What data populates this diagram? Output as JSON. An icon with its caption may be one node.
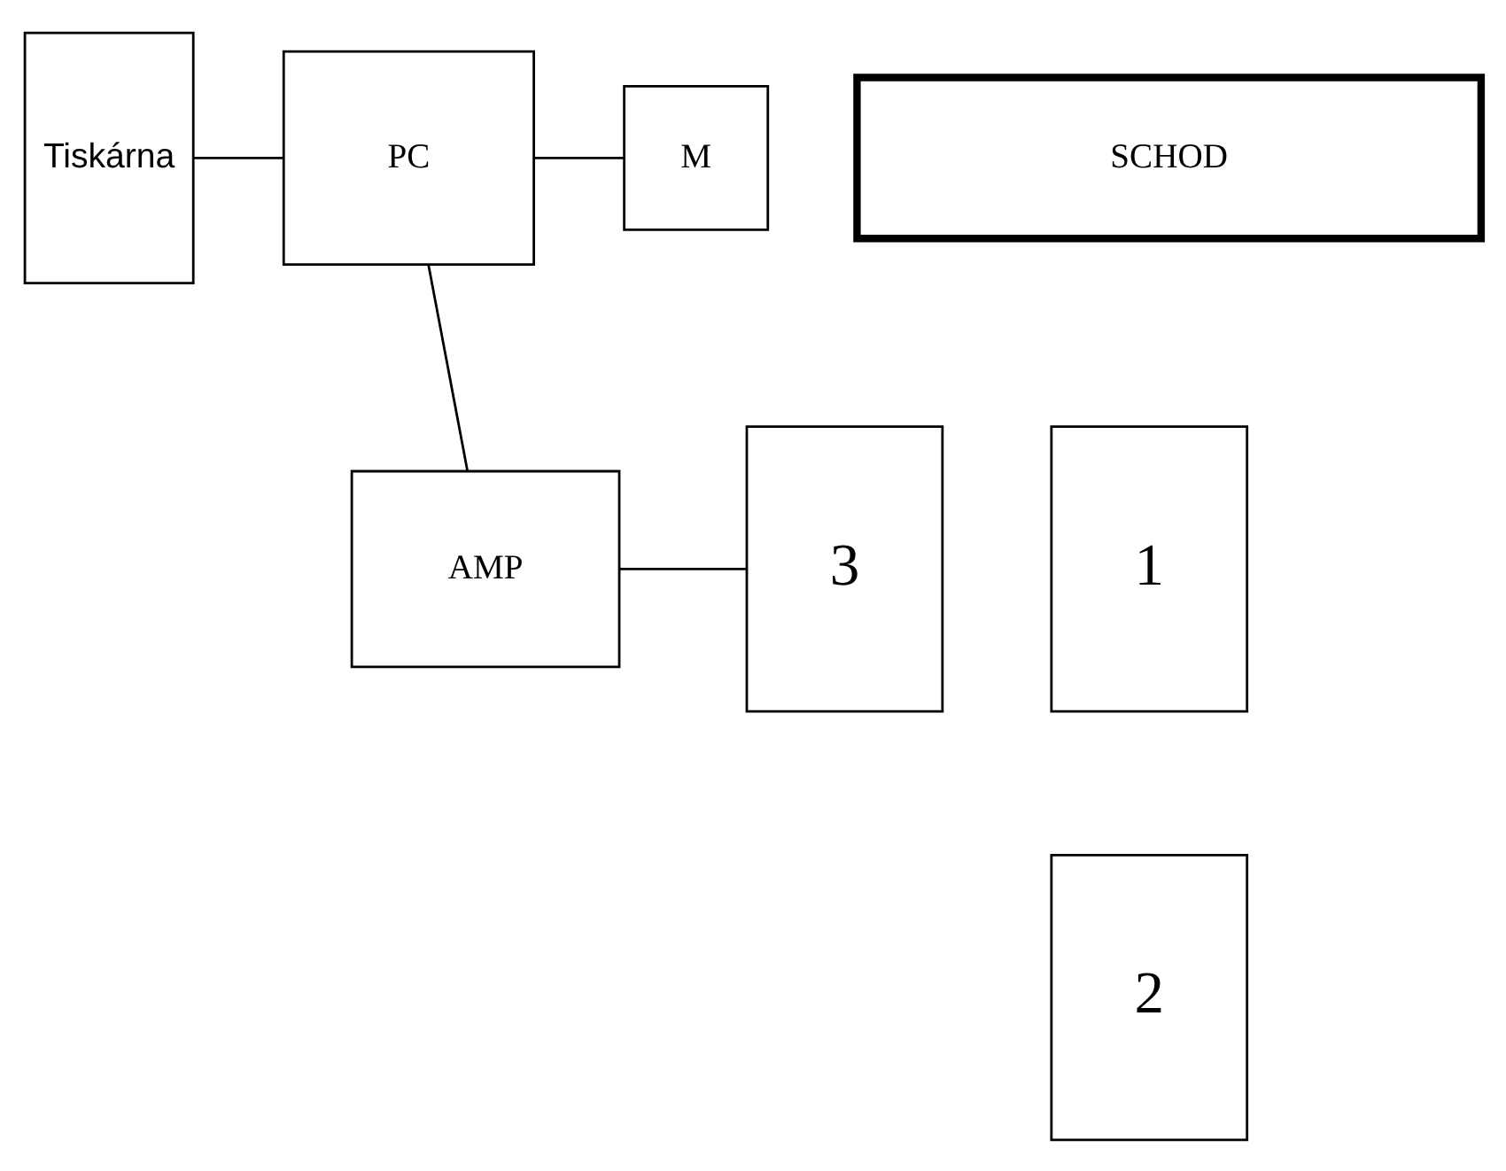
{
  "diagram": {
    "nodes": [
      {
        "text": [
          "Tiskárna"
        ]
      },
      {
        "text": [
          "PC"
        ]
      },
      {
        "text": [
          "M"
        ]
      },
      {
        "text": [
          "SCHOD"
        ]
      },
      {
        "text": [
          "AMP"
        ]
      },
      {
        "text": [
          "1"
        ]
      },
      {
        "text": [
          "2"
        ]
      },
      {
        "text": [
          "3"
        ]
      }
    ],
    "edges": [
      {
        "from": 0,
        "to": 1,
        "arrow": "none"
      },
      {
        "from": 1,
        "to": 2,
        "arrow": "none"
      },
      {
        "from": 1,
        "to": 4,
        "arrow": "none"
      },
      {
        "from": 4,
        "to": 7,
        "arrow": "none"
      }
    ]
  }
}
